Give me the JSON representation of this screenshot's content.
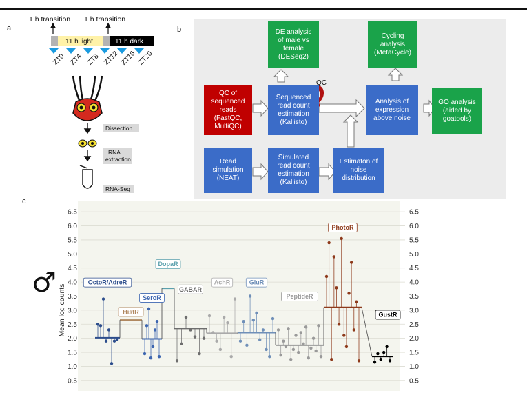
{
  "panel_labels": {
    "a": "a",
    "b": "b",
    "c": "c",
    "footnote": "."
  },
  "panel_a": {
    "transition_left": "1 h transition",
    "transition_right": "1 h transition",
    "light_bar": "11 h light",
    "dark_bar": "11 h dark",
    "timepoints": [
      "ZT0",
      "ZT4",
      "ZT8",
      "ZT12",
      "ZT16",
      "ZT20"
    ],
    "step_dissection": "Dissection",
    "step_rna_extraction": "RNA\nextraction",
    "step_rnaseq": "RNA-Seq",
    "colors": {
      "light": "#fff2a8",
      "dark": "#000000",
      "transition": "#b3b3b3",
      "arrow": "#1a9be0",
      "head": "#d42a1f"
    }
  },
  "panel_b": {
    "boxes": {
      "qc_reads": "QC of\nsequenced\nreads\n(FastQC,\nMultiQC)",
      "seq_count": "Sequenced\nread count\nestimation\n(Kallisto)",
      "de_analysis": "DE analysis\nof male vs\nfemale\n(DESeq2)",
      "cycling": "Cycling\nanalysis\n(MetaCycle)",
      "expr_noise": "Analysis of\nexpression\nabove noise",
      "go_analysis": "GO analysis\n(aided by\ngoatools)",
      "read_sim": "Read\nsimulation\n(NEAT)",
      "sim_count": "Simulated\nread count\nestimation\n(Kallisto)",
      "noise_est": "Estimaton of\nnoise\ndistribution"
    },
    "qc_loop_label": "QC",
    "colors": {
      "blue": "#3b6cc8",
      "green": "#1aa34a",
      "red": "#c00000",
      "background": "#ececec"
    }
  },
  "panel_c": {
    "male_symbol": "♂",
    "ylabel": "Mean log counts"
  },
  "chart_data": {
    "type": "scatter",
    "title": "",
    "xlabel": "",
    "ylabel": "Mean log counts",
    "ylim": [
      0.25,
      6.75
    ],
    "yticks": [
      "0.5",
      "1.0",
      "1.5",
      "2.0",
      "2.5",
      "3.0",
      "3.5",
      "4.0",
      "4.5",
      "5.0",
      "5.5",
      "6.0",
      "6.5"
    ],
    "ytick_values": [
      0.5,
      1.0,
      1.5,
      2.0,
      2.5,
      3.0,
      3.5,
      4.0,
      4.5,
      5.0,
      5.5,
      6.0,
      6.5
    ],
    "grid": true,
    "mean_line_color": "#333333",
    "groups": [
      {
        "label": "OctoR/AdreR",
        "color": "#2c4d8c",
        "mean": 2.02,
        "label_y": 4.0,
        "points": [
          2.5,
          2.45,
          3.4,
          1.9,
          2.3,
          1.1,
          1.9,
          1.95
        ]
      },
      {
        "label": "HistR",
        "color": "#b08860",
        "mean": 2.65,
        "label_y": 2.95,
        "points": []
      },
      {
        "label": "SeroR",
        "color": "#3d66b0",
        "mean": 1.98,
        "label_y": 3.45,
        "points": [
          1.45,
          2.45,
          3.05,
          1.3,
          1.7,
          2.3,
          2.6,
          1.35
        ]
      },
      {
        "label": "DopaR",
        "color": "#5aa0ad",
        "mean": 3.78,
        "label_y": 4.65,
        "points": []
      },
      {
        "label": "GABAR",
        "color": "#6e6e6e",
        "mean": 2.35,
        "label_y": 3.75,
        "points": [
          1.2,
          1.8,
          2.75,
          2.3,
          2.05,
          1.45,
          2.0
        ]
      },
      {
        "label": "AchR",
        "color": "#aaaaaa",
        "mean": 2.18,
        "label_y": 4.0,
        "points": [
          2.8,
          2.2,
          1.9,
          1.6,
          2.75,
          2.55,
          1.35,
          3.4
        ]
      },
      {
        "label": "GluR",
        "color": "#6f8fb8",
        "mean": 2.2,
        "label_y": 4.0,
        "points": [
          1.9,
          2.6,
          1.75,
          3.5,
          2.65,
          2.9,
          1.95,
          2.3,
          1.6,
          1.35,
          2.7
        ]
      },
      {
        "label": "PeptideR",
        "color": "#9a9a9a",
        "mean": 1.75,
        "label_y": 3.5,
        "points": [
          2.3,
          1.4,
          1.9,
          1.7,
          2.35,
          1.25,
          1.6,
          2.1,
          1.5,
          2.2,
          1.8,
          2.4,
          1.3,
          1.65,
          2.0,
          1.55,
          2.45,
          1.35
        ]
      },
      {
        "label": "PhotoR",
        "color": "#8e3a1b",
        "mean": 3.1,
        "label_y": 5.95,
        "points": [
          4.2,
          5.4,
          1.25,
          4.9,
          3.8,
          2.5,
          5.55,
          2.1,
          1.7,
          3.6,
          4.7,
          2.3,
          3.3,
          1.2
        ]
      },
      {
        "label": "GustR",
        "color": "#000000",
        "mean": 1.35,
        "label_y": 2.85,
        "points": [
          1.15,
          1.45,
          1.25,
          1.5,
          1.7,
          1.2
        ]
      }
    ]
  }
}
